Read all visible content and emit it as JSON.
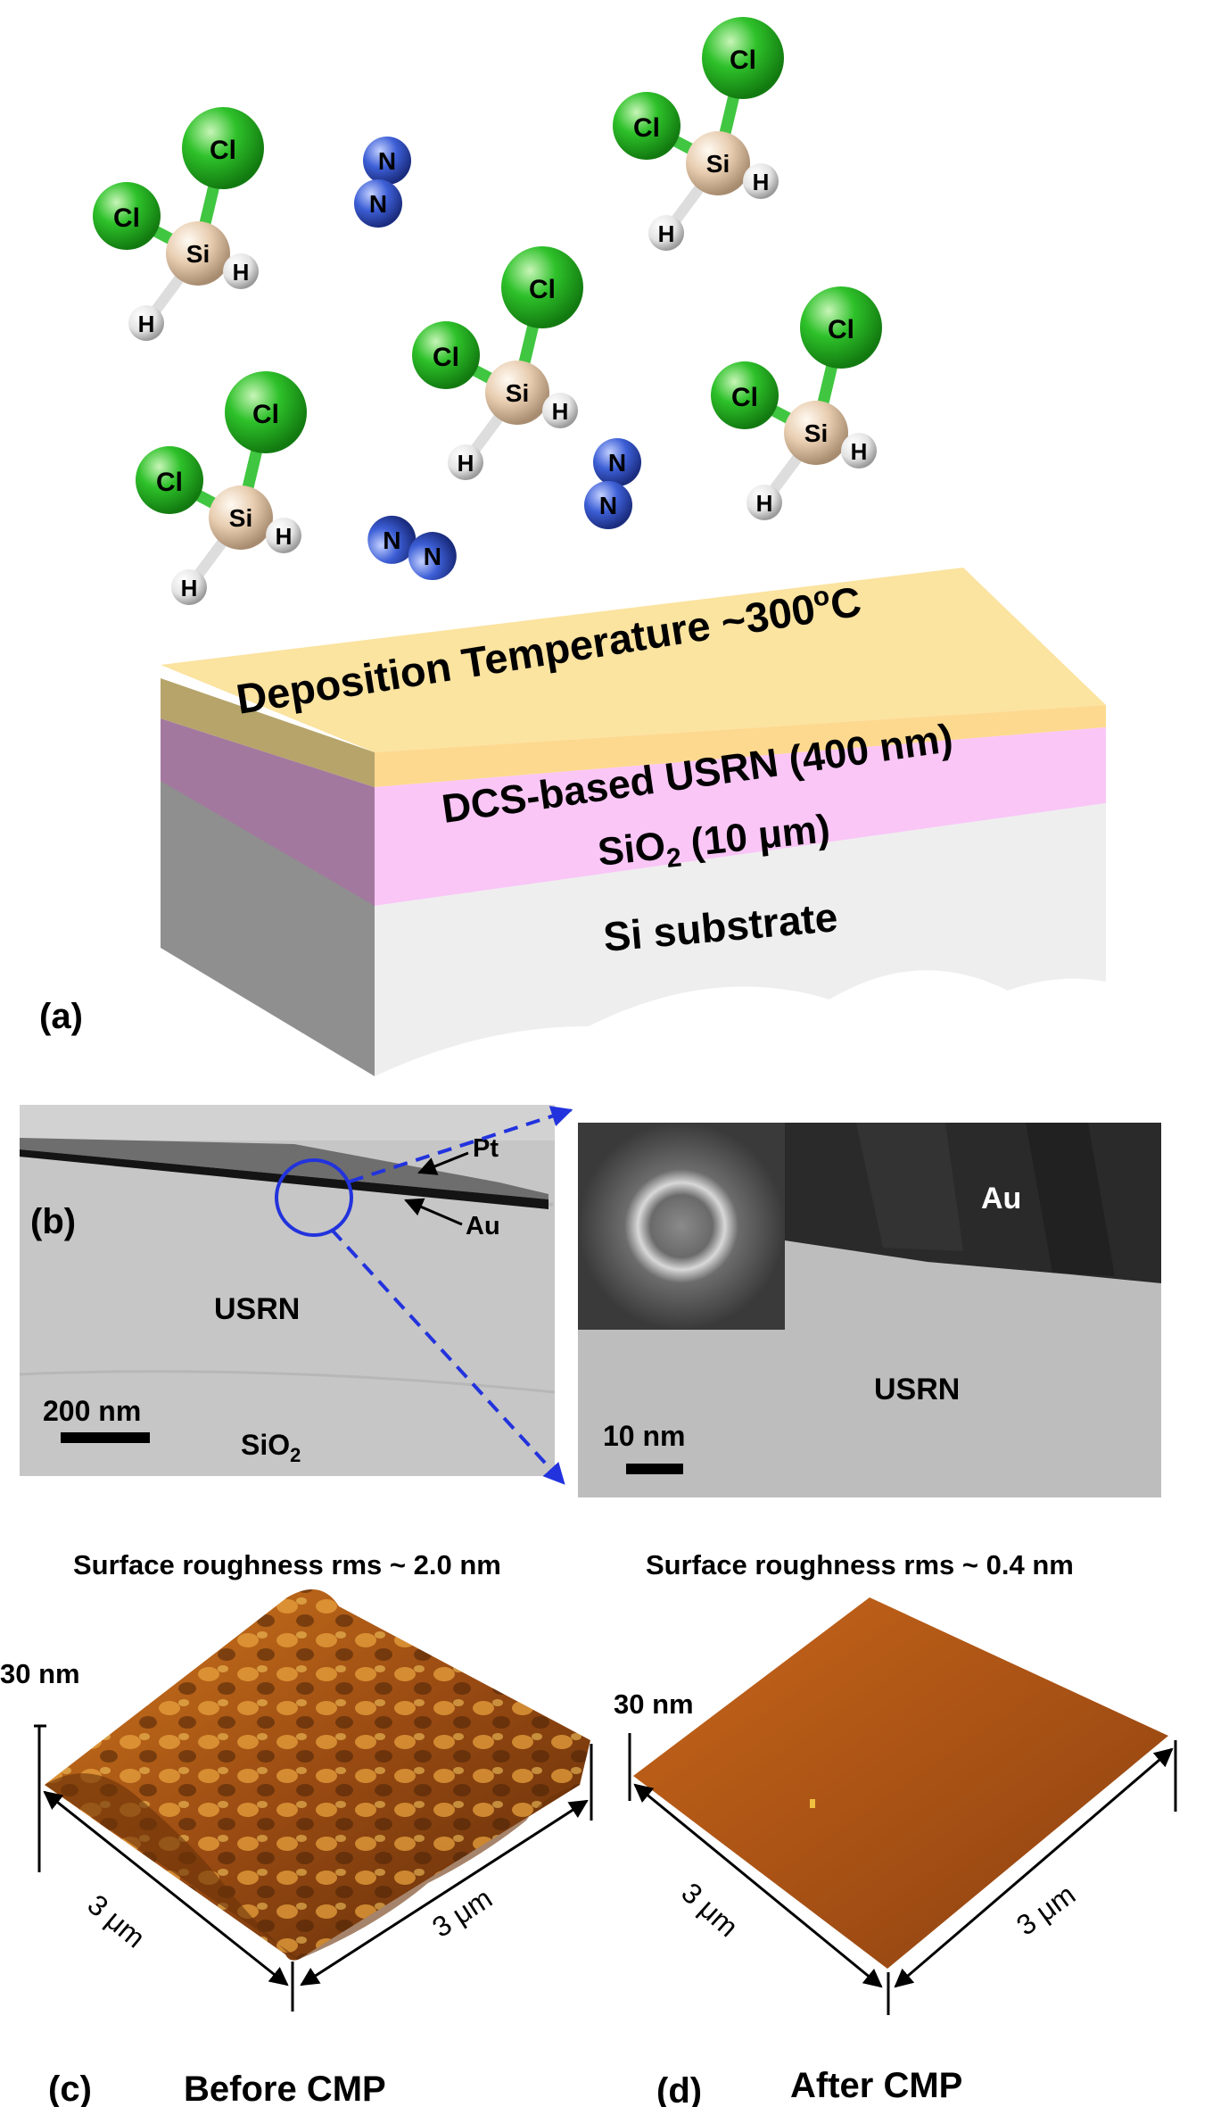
{
  "panel_a": {
    "panel_label": "(a)",
    "atoms": {
      "cl": "Cl",
      "si": "Si",
      "h": "H",
      "n": "N"
    },
    "layer_top": "Deposition Temperature ~300",
    "layer_top_sup": "o",
    "layer_top_unit": "C",
    "layer_usrn": "DCS-based USRN (400 nm)",
    "layer_sio2_main": "SiO",
    "layer_sio2_sub": "2",
    "layer_sio2_rest": " (10 μm)",
    "layer_si": "Si substrate"
  },
  "panel_b": {
    "panel_label": "(b)",
    "pt": "Pt",
    "au": "Au",
    "usrn": "USRN",
    "sio2_main": "SiO",
    "sio2_sub": "2",
    "scale_left": "200 nm",
    "au_right": "Au",
    "usrn_right": "USRN",
    "scale_right": "10 nm"
  },
  "panel_c": {
    "panel_label": "(c)",
    "title": "Surface roughness rms ~ 2.0 nm",
    "z_scale": "30 nm",
    "dim_left": "3 μm",
    "dim_right": "3 μm",
    "caption": "Before CMP"
  },
  "panel_d": {
    "panel_label": "(d)",
    "title": "Surface roughness rms ~ 0.4 nm",
    "z_scale": "30 nm",
    "dim_left": "3 μm",
    "dim_right": "3 μm",
    "caption": "After CMP"
  },
  "colors": {
    "chlorine": "#2ec12a",
    "silicon": "#e8cdb0",
    "hydrogen": "#eeeeee",
    "nitrogen": "#3d5fd6",
    "deposition_layer": "#fbe3a0",
    "usrn_layer": "#fde4a8",
    "sio2_layer": "#f9c6f6",
    "substrate": "#eeeeee",
    "afm_surface": "#b35a17",
    "tem_zoom_line": "#2233dd"
  }
}
